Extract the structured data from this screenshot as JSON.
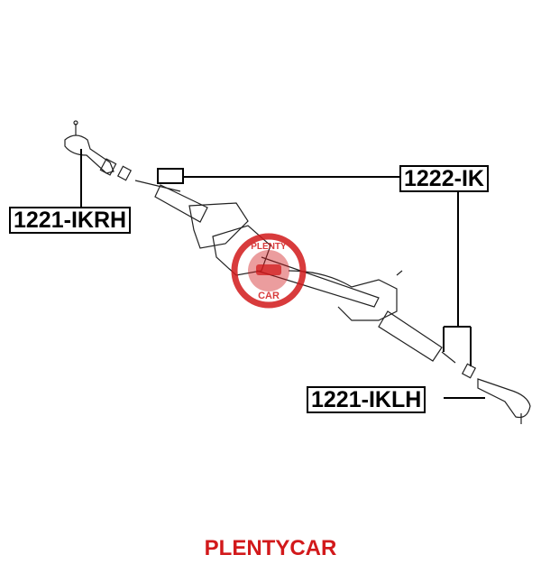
{
  "parts": {
    "tie_rod_end_right": "1221-IKRH",
    "rack_end": "1222-IK",
    "tie_rod_end_left": "1221-IKLH"
  },
  "watermark": {
    "top_text": "PLENTY",
    "bottom_text": "CAR",
    "color": "#d2191b"
  },
  "footer": {
    "brand": "PLENTYCAR"
  }
}
